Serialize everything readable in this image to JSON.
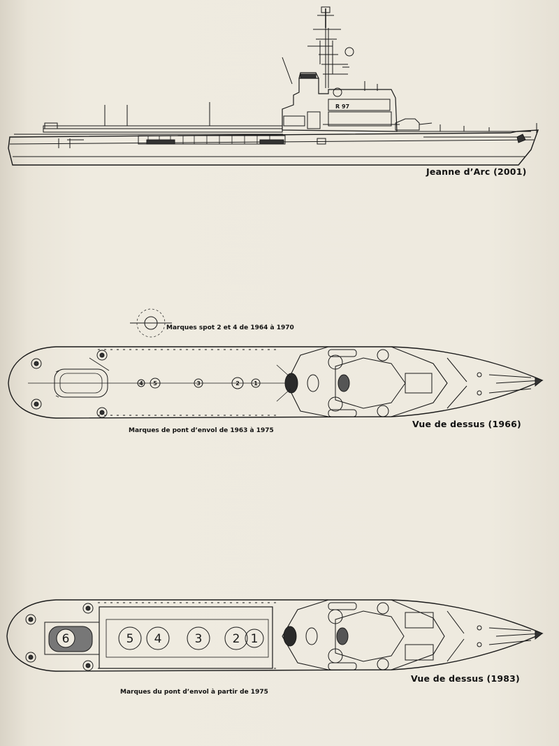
{
  "captions": {
    "side_view": "Jeanne d’Arc (2001)",
    "top_view_1966": "Vue de dessus (1966)",
    "top_view_1983": "Vue de dessus (1983)",
    "deck_marks_1963_1975": "Marques de pont d’envol de 1963 à 1975",
    "spot_marks_1964_1970": "Marques spot 2 et 4 de 1964 à 1970",
    "deck_marks_from_1975": "Marques du pont d’envol à partir de 1975"
  },
  "hull_marking": "R 97",
  "deck_spots_1966": [
    "5",
    "4",
    "3",
    "2",
    "1"
  ],
  "deck_spots_1983": [
    "6",
    "5",
    "4",
    "3",
    "2",
    "1"
  ]
}
